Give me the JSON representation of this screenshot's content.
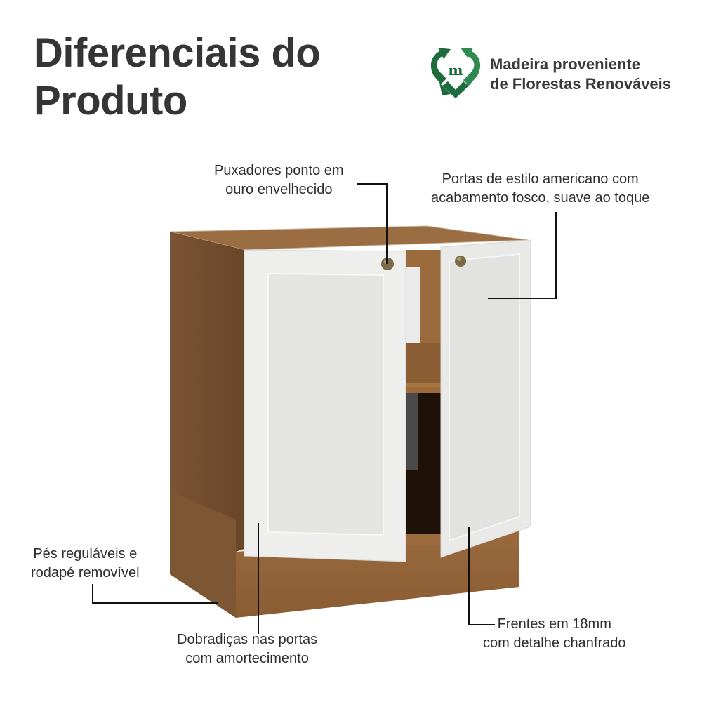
{
  "header": {
    "title_line1": "Diferenciais do",
    "title_line2": "Produto"
  },
  "badge": {
    "icon": "recycle-heart-m-icon",
    "line1": "Madeira proveniente",
    "line2": "de Florestas Renováveis",
    "colors": {
      "dark_green": "#1e6b3e",
      "light_green": "#2f8a52"
    }
  },
  "callouts": [
    {
      "id": "handles",
      "line1": "Puxadores ponto em",
      "line2": "ouro envelhecido"
    },
    {
      "id": "doors",
      "line1": "Portas de estilo americano com",
      "line2": "acabamento fosco, suave ao toque"
    },
    {
      "id": "feet",
      "line1": "Pés reguláveis e",
      "line2": "rodapé removível"
    },
    {
      "id": "hinges",
      "line1": "Dobradiças nas portas",
      "line2": "com amortecimento"
    },
    {
      "id": "fronts",
      "line1": "Frentes em 18mm",
      "line2": "com detalhe chanfrado"
    }
  ],
  "product": {
    "image": "two-door-kitchen-base-cabinet",
    "colors": {
      "wood": "#8a5d36",
      "wood_dark": "#6e4a2c",
      "door": "#f1f1ef",
      "knob": "#7a6a45"
    }
  }
}
